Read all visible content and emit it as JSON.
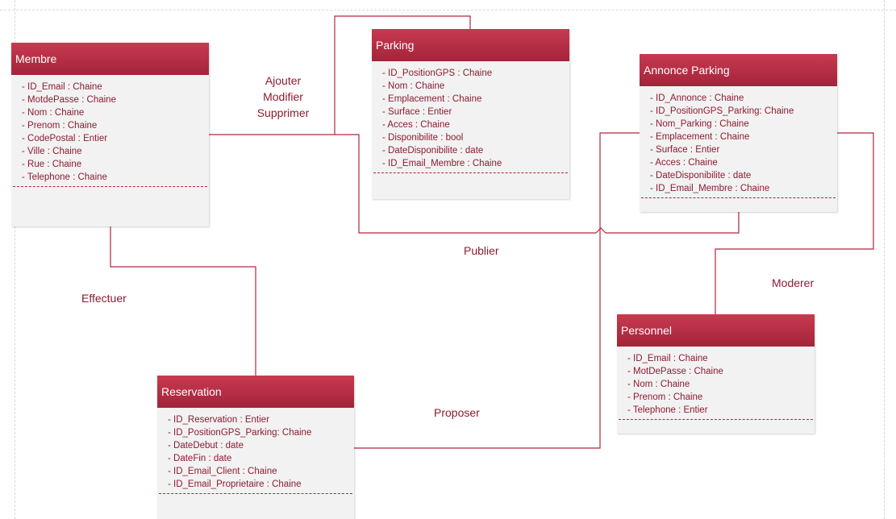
{
  "entities": {
    "membre": {
      "title": "Membre",
      "attributes": [
        "- ID_Email : Chaine",
        "- MotdePasse : Chaine",
        "- Nom : Chaine",
        "- Prenom : Chaine",
        "- CodePostal : Entier",
        "- Ville : Chaine",
        "- Rue : Chaine",
        "- Telephone : Chaine"
      ]
    },
    "parking": {
      "title": "Parking",
      "attributes": [
        "- ID_PositionGPS : Chaine",
        "- Nom : Chaine",
        "- Emplacement : Chaine",
        "- Surface : Entier",
        "- Acces : Chaine",
        "- Disponibilite : bool",
        "- DateDisponibilite : date",
        "- ID_Email_Membre : Chaine"
      ]
    },
    "annonce": {
      "title": "Annonce Parking",
      "attributes": [
        "- ID_Annonce : Chaine",
        "- ID_PositionGPS_Parking: Chaine",
        "- Nom_Parking : Chaine",
        "- Emplacement : Chaine",
        "- Surface : Entier",
        "- Acces : Chaine",
        "- DateDisponibilite : date",
        "- ID_Email_Membre : Chaine"
      ]
    },
    "personnel": {
      "title": "Personnel",
      "attributes": [
        "- ID_Email : Chaine",
        "- MotDePasse : Chaine",
        "- Nom : Chaine",
        "- Prenom : Chaine",
        "- Telephone : Entier"
      ]
    },
    "reservation": {
      "title": "Reservation",
      "attributes": [
        "- ID_Reservation : Entier",
        "- ID_PositionGPS_Parking: Chaine",
        "- DateDebut : date",
        "- DateFin : date",
        "- ID_Email_Client : Chaine",
        "- ID_Email_Proprietaire : Chaine"
      ]
    }
  },
  "relations": {
    "ajouter": "Ajouter",
    "modifier": "Modifier",
    "supprimer": "Supprimer",
    "publier": "Publier",
    "effectuer": "Effectuer",
    "moderer": "Moderer",
    "proposer": "Proposer"
  },
  "colors": {
    "header_top": "#c83a50",
    "header_bottom": "#a3243a",
    "body": "#f2f2f2",
    "text": "#8c1c30",
    "line": "#b3263e"
  }
}
